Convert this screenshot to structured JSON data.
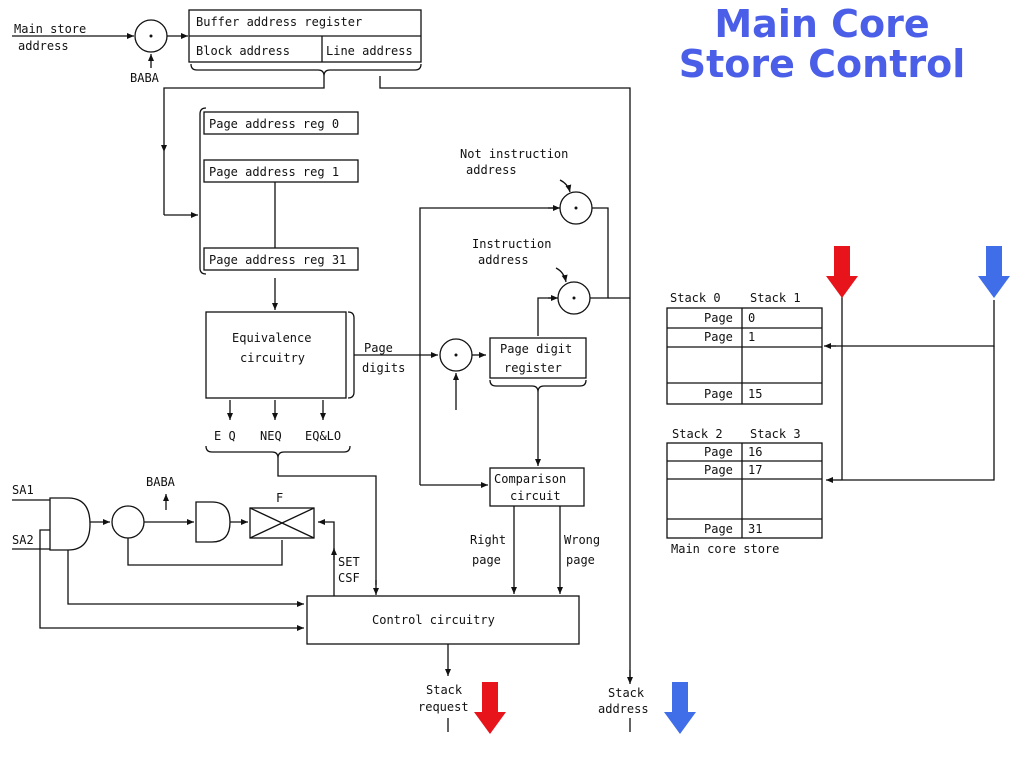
{
  "title": {
    "line1": "Main Core",
    "line2": "Store Control"
  },
  "colors": {
    "title": "#4a5ee8",
    "red_arrow": "#e8141c",
    "blue_arrow": "#3f6ee8",
    "line": "#111111"
  },
  "inputs": {
    "main_store_address": [
      "Main store",
      "address"
    ],
    "baba_top": "BABA",
    "sa1": "SA1",
    "sa2": "SA2",
    "baba_mid": "BABA"
  },
  "buffer_register": {
    "title": "Buffer   address   register",
    "block": "Block address",
    "line": "Line address"
  },
  "page_regs": [
    "Page address reg 0",
    "Page address reg 1",
    "Page address reg 31"
  ],
  "equivalence": {
    "line1": "Equivalence",
    "line2": "circuitry"
  },
  "page_digits": [
    "Page",
    "digits"
  ],
  "eq_outputs": [
    "E Q",
    "NEQ",
    "EQ&LO"
  ],
  "not_instruction": [
    "Not instruction",
    "address"
  ],
  "instruction": [
    "Instruction",
    "address"
  ],
  "page_digit_register": [
    "Page digit",
    "register"
  ],
  "comparison": [
    "Comparison",
    "circuit"
  ],
  "right_page": [
    "Right",
    "page"
  ],
  "wrong_page": [
    "Wrong",
    "page"
  ],
  "flipflop": "F",
  "set_csf": [
    "SET",
    "CSF"
  ],
  "control": "Control    circuitry",
  "stack_request": [
    "Stack",
    "request"
  ],
  "stack_address": [
    "Stack",
    "address"
  ],
  "stacks_top": {
    "headers": [
      "Stack 0",
      "Stack 1"
    ],
    "rows": [
      [
        "Page",
        "0"
      ],
      [
        "Page",
        "1"
      ],
      [
        "Page",
        "15"
      ]
    ]
  },
  "stacks_bottom": {
    "headers": [
      "Stack 2",
      "Stack 3"
    ],
    "rows": [
      [
        "Page",
        "16"
      ],
      [
        "Page",
        "17"
      ],
      [
        "Page",
        "31"
      ]
    ]
  },
  "main_core_store": "Main    core    store"
}
